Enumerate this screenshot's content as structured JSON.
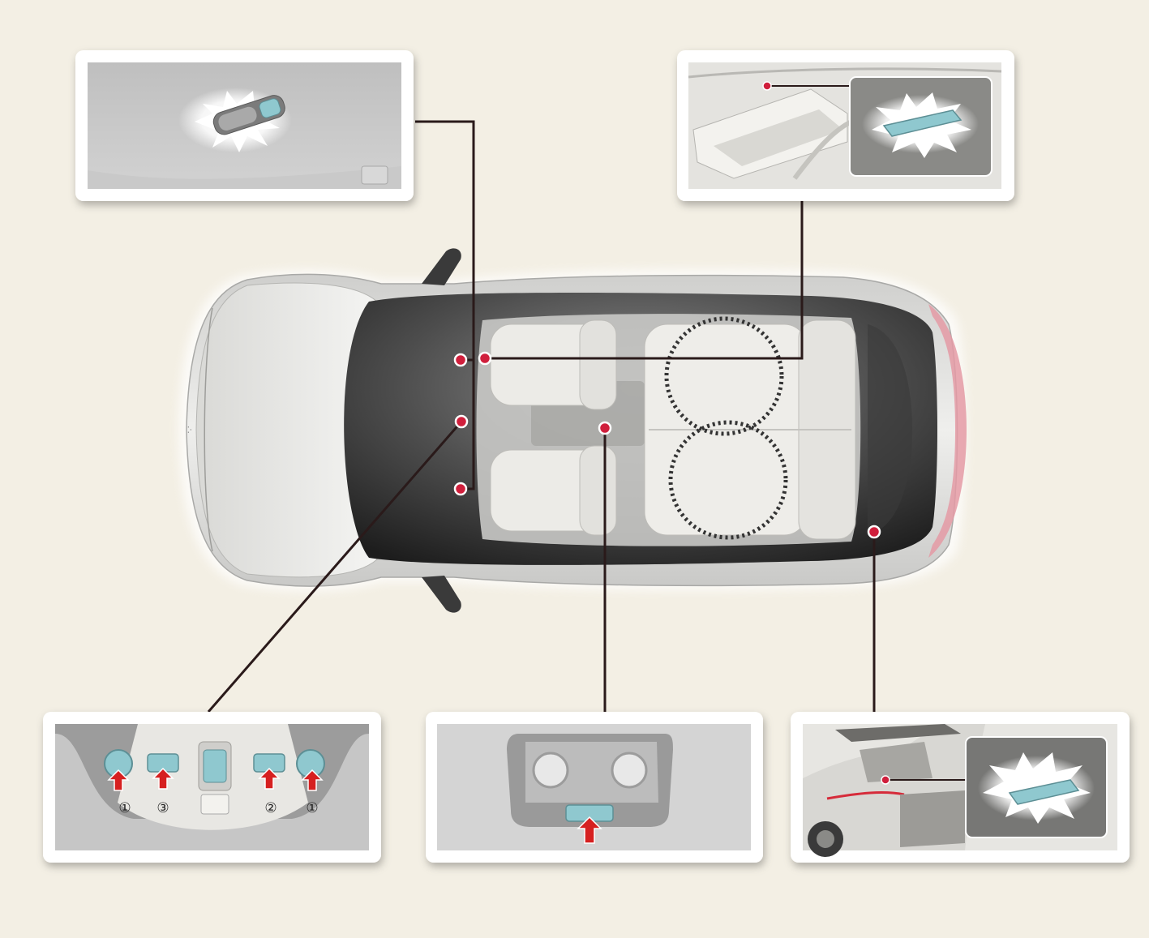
{
  "colors": {
    "background": "#f3efe4",
    "panel_border": "#ffffff",
    "leader_line": "#2a1a1a",
    "callout_dot": "#d01f3c",
    "lamp_highlight": "#8fc8cf",
    "arrow": "#d62020"
  },
  "panels": [
    {
      "name": "overhead-map-lamp-panel",
      "icon": "map-lamp-icon"
    },
    {
      "name": "glove-box-lamp-panel",
      "icon": "glove-box-lamp-icon"
    },
    {
      "name": "overhead-console-panel",
      "icon": "overhead-console-icon"
    },
    {
      "name": "rear-room-lamp-panel",
      "icon": "room-lamp-icon"
    },
    {
      "name": "cargo-lamp-panel",
      "icon": "cargo-lamp-icon"
    }
  ],
  "button_labels": {
    "map_left": "①",
    "room_lamp": "③",
    "door_lamp": "②",
    "map_right": "①"
  }
}
